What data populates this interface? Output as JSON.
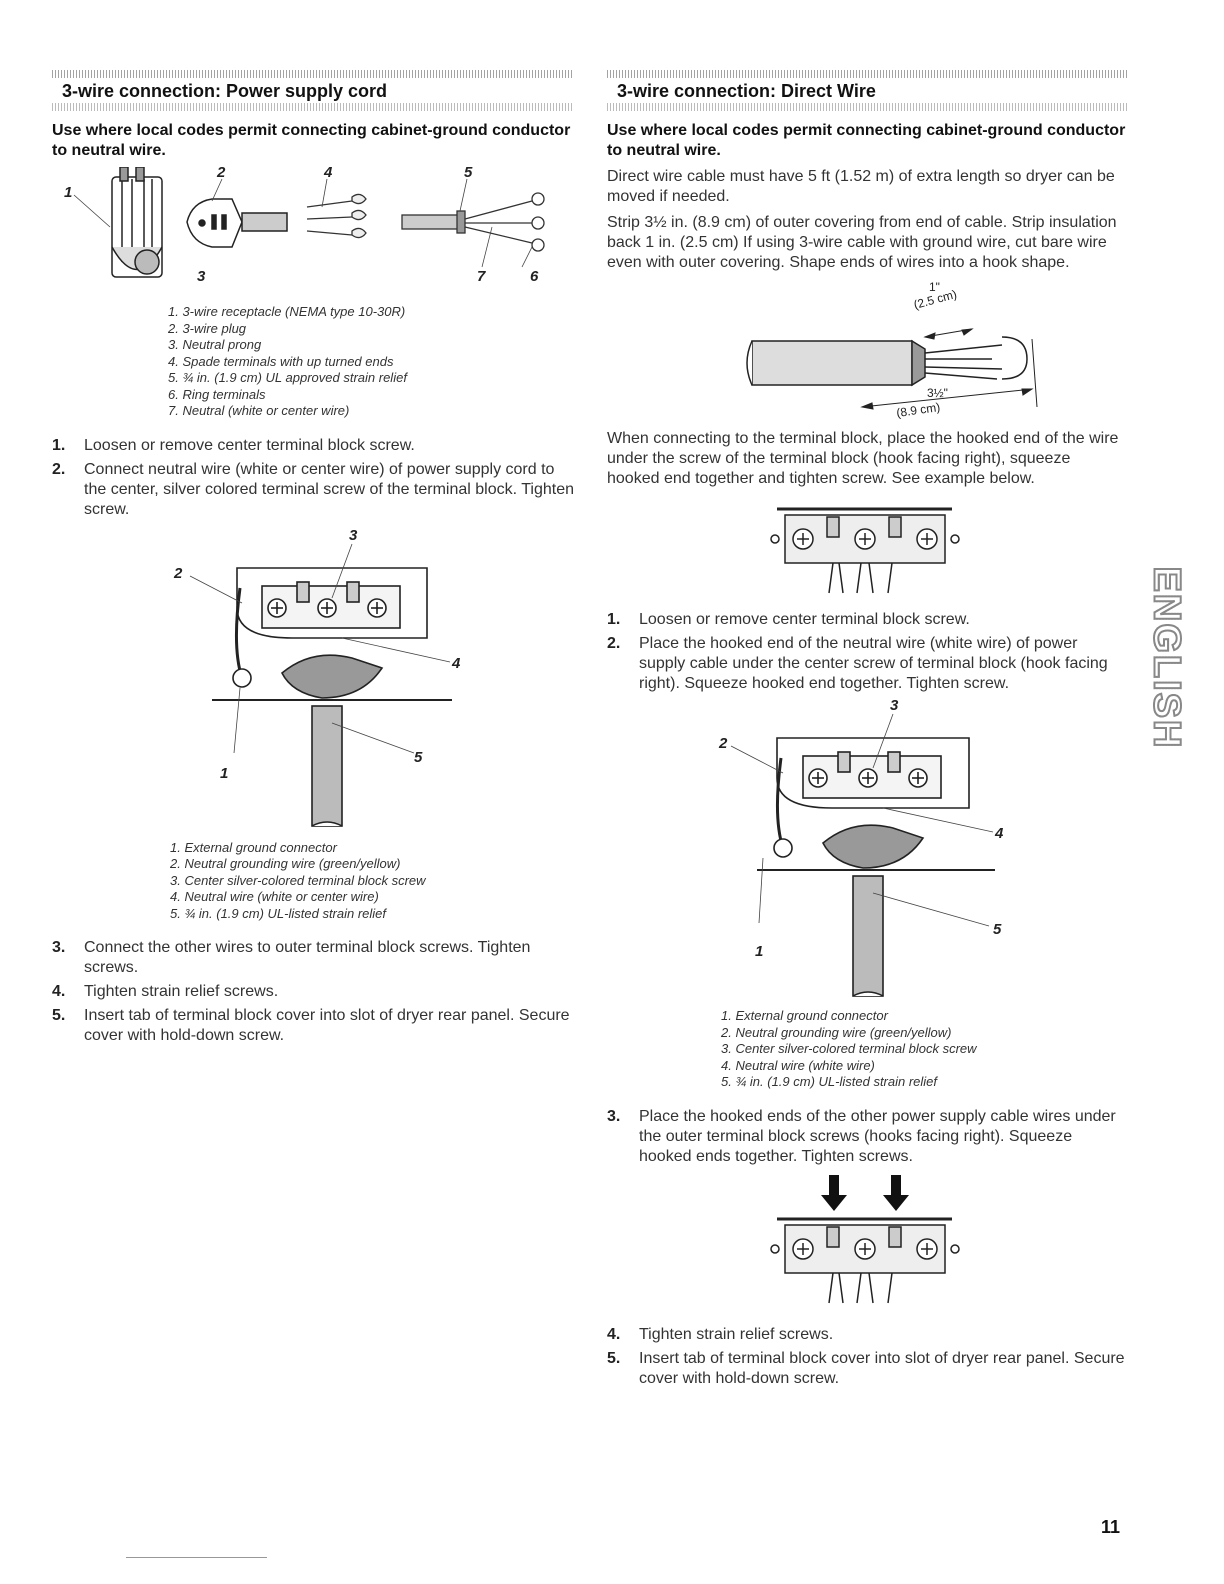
{
  "left": {
    "title": "3-wire connection: Power supply cord",
    "intro": "Use where local codes permit connecting cabinet-ground conductor to neutral wire.",
    "fig1": {
      "callouts": [
        "1",
        "2",
        "4",
        "5",
        "3",
        "7",
        "6"
      ],
      "legend": [
        "1. 3-wire receptacle (NEMA type 10-30R)",
        "2. 3-wire plug",
        "3. Neutral prong",
        "4. Spade terminals with up turned ends",
        "5. ¾ in. (1.9 cm) UL approved strain relief",
        "6. Ring terminals",
        "7. Neutral (white or center wire)"
      ]
    },
    "steps_a": [
      {
        "num": "1.",
        "text": "Loosen or remove center terminal block screw."
      },
      {
        "num": "2.",
        "text": "Connect neutral wire (white or center wire) of power supply cord to the center, silver colored terminal screw of the terminal block. Tighten screw."
      }
    ],
    "fig2": {
      "callouts": [
        "3",
        "2",
        "4",
        "5",
        "1"
      ],
      "legend": [
        "1. External ground connector",
        "2. Neutral grounding wire (green/yellow)",
        "3. Center silver-colored terminal block screw",
        "4. Neutral wire (white or center wire)",
        "5. ¾ in. (1.9 cm) UL-listed strain relief"
      ]
    },
    "steps_b": [
      {
        "num": "3.",
        "text": "Connect the other wires to outer terminal block screws. Tighten screws."
      },
      {
        "num": "4.",
        "text": "Tighten strain relief screws."
      },
      {
        "num": "5.",
        "text": "Insert tab of terminal block cover into slot of dryer rear panel. Secure cover with hold-down screw."
      }
    ]
  },
  "right": {
    "title": "3-wire connection: Direct Wire",
    "intro": "Use where local codes permit connecting cabinet-ground conductor to neutral wire.",
    "para1": "Direct wire cable must have 5 ft (1.52 m) of extra length so dryer can be moved if needed.",
    "para2": "Strip 3½ in. (8.9 cm) of outer covering from end of cable. Strip insulation back 1 in. (2.5 cm) If using 3-wire cable with ground wire, cut bare wire even with outer covering. Shape ends of wires into a hook shape.",
    "strip_fig": {
      "dim_top": "1\"",
      "dim_top_metric": "(2.5 cm)",
      "dim_bottom": "3½\"",
      "dim_bottom_metric": "(8.9 cm)"
    },
    "para3": "When connecting to the terminal block, place the hooked end of the wire under the screw of the terminal block (hook facing right), squeeze hooked end together and tighten screw. See example below.",
    "steps_a": [
      {
        "num": "1.",
        "text": "Loosen or remove center terminal block screw."
      },
      {
        "num": "2.",
        "text": "Place the hooked end of the neutral wire (white wire) of power supply cable under the center screw of terminal block (hook facing right). Squeeze hooked end together. Tighten screw."
      }
    ],
    "fig2": {
      "callouts": [
        "3",
        "2",
        "4",
        "5",
        "1"
      ],
      "legend": [
        "1. External ground connector",
        "2. Neutral grounding wire (green/yellow)",
        "3. Center silver-colored terminal block screw",
        "4. Neutral wire (white wire)",
        "5. ¾ in. (1.9 cm) UL-listed strain relief"
      ]
    },
    "steps_b": [
      {
        "num": "3.",
        "text": "Place the hooked ends of the other power supply cable wires under the outer terminal block screws (hooks facing right). Squeeze hooked ends together. Tighten screws."
      }
    ],
    "steps_c": [
      {
        "num": "4.",
        "text": "Tighten strain relief screws."
      },
      {
        "num": "5.",
        "text": "Insert tab of terminal block cover into slot of dryer rear panel. Secure cover with hold-down screw."
      }
    ]
  },
  "side_tab": "ENGLISH",
  "page_number": "11"
}
